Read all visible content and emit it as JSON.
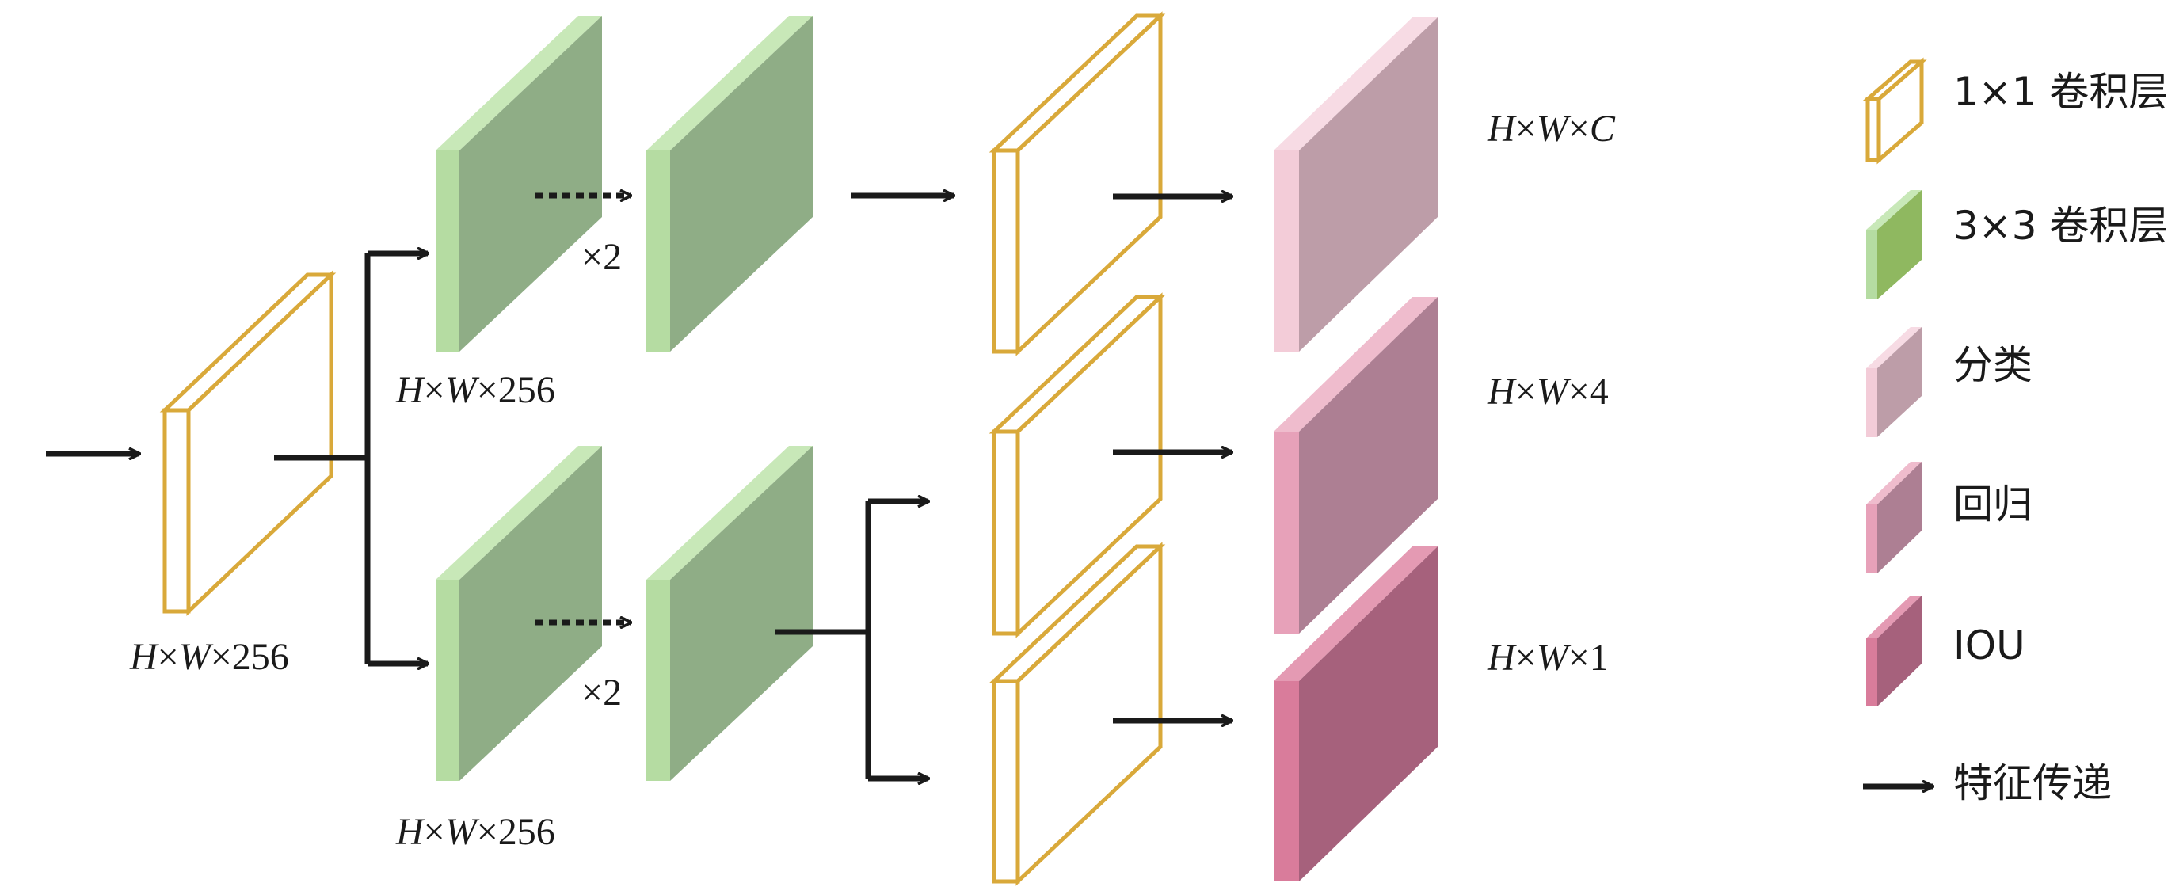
{
  "colors": {
    "conv1x1_stroke": "#d9a93a",
    "conv3x3_face": "#8fad86",
    "conv3x3_side": "#b5dca2",
    "cls_face": "#bd9da8",
    "cls_side": "#f3ccd8",
    "reg_face": "#ad7f93",
    "reg_side": "#e7a1b9",
    "iou_face": "#a6617c",
    "iou_side": "#d97c9b",
    "arrow": "#1a1a1a"
  },
  "labels": {
    "input_dim": "H×W×256",
    "cls_branch_dim": "H×W×256",
    "reg_branch_dim": "H×W×256",
    "repeat_cls": "×2",
    "repeat_reg": "×2",
    "cls_output_dim": "H×W×C",
    "reg_output_dim": "H×W×4",
    "iou_output_dim": "H×W×1"
  },
  "legend": {
    "conv1x1": "1×1 卷积层",
    "conv3x3": "3×3 卷积层",
    "classification": "分类",
    "regression": "回归",
    "iou": "IOU",
    "feature_flow": "特征传递"
  }
}
